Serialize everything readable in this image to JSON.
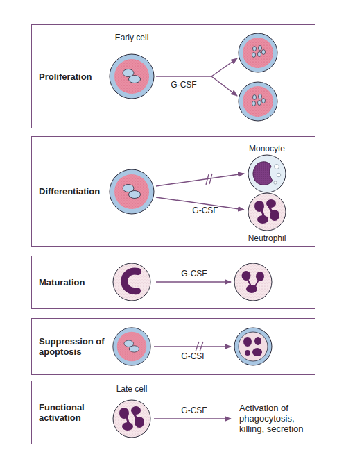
{
  "diagram": {
    "nodes": [
      {
        "text": [
          "Proliferation"
        ]
      },
      {
        "text": [
          "Differentiation"
        ]
      },
      {
        "text": [
          "Maturation"
        ]
      },
      {
        "text": [
          "Suppression of apoptosis"
        ]
      },
      {
        "text": [
          "Functional activation"
        ]
      }
    ],
    "labels": [
      "Early cell",
      "G-CSF",
      "Monocyte",
      "G-CSF",
      "Neutrophil",
      "G-CSF",
      "G-CSF",
      "Late cell",
      "G-CSF",
      "Activation of phagocytosis, killing, secretion"
    ]
  }
}
